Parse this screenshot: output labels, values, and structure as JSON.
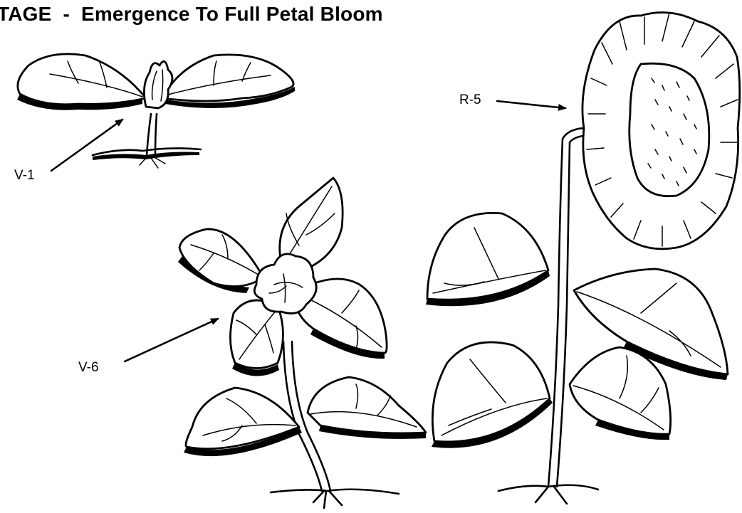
{
  "title": "TAGE  -  Emergence To Full Petal Bloom",
  "labels": {
    "v1": "V-1",
    "v6": "V-6",
    "r5": "R-5"
  },
  "colors": {
    "ink": "#000000",
    "paper": "#ffffff"
  }
}
